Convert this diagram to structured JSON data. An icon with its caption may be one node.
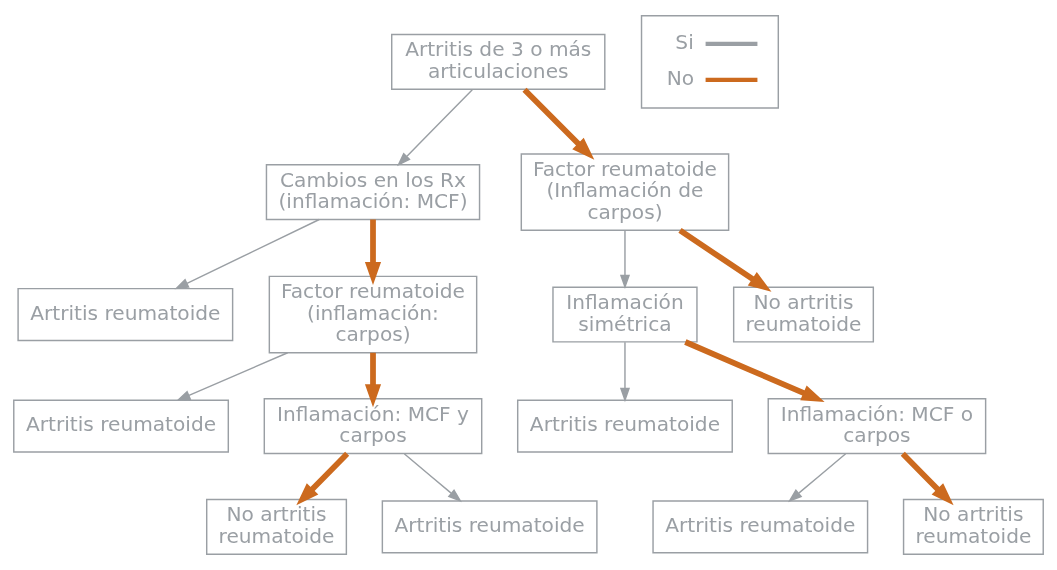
{
  "diagram": {
    "nodes": [
      {
        "text": [
          "Artritis de 3 o más articulaciones"
        ]
      },
      {
        "text": [
          "Cambios en los Rx (inflamación: MCF)"
        ]
      },
      {
        "text": [
          "Factor reumatoide (Inflamación de carpos)"
        ]
      },
      {
        "text": [
          "Artritis reumatoide"
        ]
      },
      {
        "text": [
          "Factor reumatoide (inflamación: carpos)"
        ]
      },
      {
        "text": [
          "Inflamación simétrica"
        ]
      },
      {
        "text": [
          "No artritis reumatoide"
        ]
      },
      {
        "text": [
          "Artritis reumatoide"
        ]
      },
      {
        "text": [
          "Inflamación: MCF y carpos"
        ]
      },
      {
        "text": [
          "Artritis reumatoide"
        ]
      },
      {
        "text": [
          "Inflamación: MCF o carpos"
        ]
      },
      {
        "text": [
          "No artritis reumatoide"
        ]
      },
      {
        "text": [
          "Artritis reumatoide"
        ]
      },
      {
        "text": [
          "Artritis reumatoide"
        ]
      },
      {
        "text": [
          "No artritis reumatoide"
        ]
      }
    ],
    "edges": [
      {
        "from": 0,
        "to": 1,
        "arrow": "to"
      },
      {
        "from": 0,
        "to": 2,
        "arrow": "to",
        "style": "thick",
        "color": "#cc6a1e"
      },
      {
        "from": 1,
        "to": 3,
        "arrow": "to"
      },
      {
        "from": 1,
        "to": 4,
        "arrow": "to",
        "style": "thick",
        "color": "#cc6a1e"
      },
      {
        "from": 2,
        "to": 5,
        "arrow": "to"
      },
      {
        "from": 2,
        "to": 6,
        "arrow": "to",
        "style": "thick",
        "color": "#cc6a1e"
      },
      {
        "from": 4,
        "to": 7,
        "arrow": "to"
      },
      {
        "from": 4,
        "to": 8,
        "arrow": "to",
        "style": "thick",
        "color": "#cc6a1e"
      },
      {
        "from": 5,
        "to": 9,
        "arrow": "to"
      },
      {
        "from": 5,
        "to": 10,
        "arrow": "to",
        "style": "thick",
        "color": "#cc6a1e"
      },
      {
        "from": 8,
        "to": 11,
        "arrow": "to",
        "style": "thick",
        "color": "#cc6a1e"
      },
      {
        "from": 8,
        "to": 12,
        "arrow": "to"
      },
      {
        "from": 10,
        "to": 13,
        "arrow": "to"
      },
      {
        "from": 10,
        "to": 14,
        "arrow": "to",
        "style": "thick",
        "color": "#cc6a1e"
      }
    ],
    "legend": [
      {
        "text": "Si"
      },
      {
        "text": "No"
      }
    ]
  }
}
